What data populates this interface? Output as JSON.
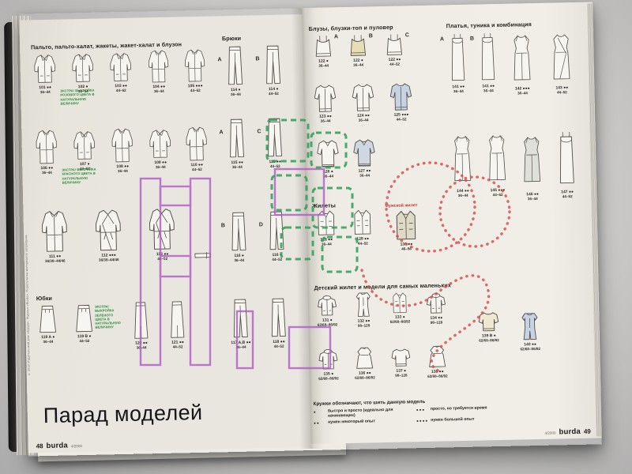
{
  "colors": {
    "green_note": "#2e8a3c",
    "male_label": "#c63434",
    "watermark_purple": "#b05ac6",
    "watermark_green": "#2f9e57",
    "watermark_red": "#d64949"
  },
  "left_page": {
    "coats": {
      "title": "Пальто, пальто-халат, жакеты, жакет-халат и блузон",
      "items": [
        {
          "label": "101 ●●",
          "size": "36–44"
        },
        {
          "label": "102 ●",
          "size": "36–44"
        },
        {
          "label": "103 ●●",
          "size": "44–52"
        },
        {
          "label": "104 ●●",
          "size": "36–44"
        },
        {
          "label": "105 ●●●",
          "size": "44–52"
        },
        {
          "label": "106 ●●",
          "size": "36–44"
        },
        {
          "label": "107 ●",
          "size": "44–52"
        },
        {
          "label": "108 ●●",
          "size": "36–44"
        },
        {
          "label": "109 ●●",
          "size": "36–44"
        },
        {
          "label": "110 ●●",
          "size": "44–52"
        },
        {
          "label": "111 ●●",
          "size": "36/38–44/46"
        },
        {
          "label": "112 ●●●",
          "size": "36/38–44/46"
        },
        {
          "label": "113 ●●",
          "size": "44–52"
        }
      ]
    },
    "green_notes": [
      "Экстра! Выкройка розового цвета в натуральную величину",
      "Экстра! Выкройка красного цвета в натуральную величину",
      "Экстра! Выкройка зеленого цвета в натуральную величину"
    ],
    "trousers": {
      "title": "Брюки",
      "items": [
        {
          "letter": "A",
          "label": "114 ●",
          "size": "36–44"
        },
        {
          "letter": "B",
          "label": "114 ●",
          "size": "44–52"
        },
        {
          "letter": "A",
          "label": "115 ●●",
          "size": "36–44"
        },
        {
          "letter": "C",
          "label": "115 ●●",
          "size": "44–52"
        },
        {
          "letter": "B",
          "label": "116 ●",
          "size": "36–44"
        },
        {
          "letter": "D",
          "label": "116 ●",
          "size": "44–52"
        },
        {
          "label": "117 A,B ●●",
          "size": "36–44"
        },
        {
          "label": "118 ●●",
          "size": "44–52"
        }
      ]
    },
    "skirts": {
      "title": "Юбки",
      "items": [
        {
          "label": "119 A ●",
          "size": "36–44"
        },
        {
          "label": "119 B ●",
          "size": "44–52"
        },
        {
          "label": "120 ●●",
          "size": "36–44"
        },
        {
          "label": "121 ●●",
          "size": "44–52"
        }
      ]
    },
    "big_title": "Парад моделей",
    "footer": {
      "page": "48",
      "brand": "burda",
      "issue": "4/2000"
    },
    "spine": "© 2000 Издательский дом «Бурда». Журнал «Burda». Перепечатка материалов запрещена."
  },
  "right_page": {
    "blouses": {
      "title": "Блузы, блузки-топ и пуловер",
      "items": [
        {
          "letter": "A",
          "label": "122 ●",
          "size": "36–44"
        },
        {
          "letter": "B",
          "label": "122 ●",
          "size": "36–44"
        },
        {
          "letter": "C",
          "label": "122 ●●",
          "size": "44–52"
        },
        {
          "label": "123 ●●",
          "size": "36–44"
        },
        {
          "label": "124 ●●",
          "size": "36–44"
        },
        {
          "label": "125 ●●●",
          "size": "44–52"
        },
        {
          "label": "126 ●",
          "size": "36–44"
        },
        {
          "label": "127 ●●",
          "size": "36–44"
        }
      ]
    },
    "vests": {
      "title": "Жилеты",
      "male_label": "Мужской жилет",
      "items": [
        {
          "label": "128 ●●",
          "size": "36–44"
        },
        {
          "label": "129 ●●",
          "size": "44–52"
        },
        {
          "label": "130 ●●",
          "size": "46–56"
        }
      ]
    },
    "kids": {
      "title": "Детский жилет и модели для самых маленьких",
      "items": [
        {
          "label": "131 ●",
          "size": "62/68–86/92"
        },
        {
          "label": "132 ●●",
          "size": "98–128"
        },
        {
          "label": "133 ●",
          "size": "62/68–86/92"
        },
        {
          "label": "134 ●●",
          "size": "98–128"
        },
        {
          "label": "135 ●",
          "size": "62/68–86/92"
        },
        {
          "label": "136 ●●",
          "size": "62/68–86/92"
        },
        {
          "label": "137 ●",
          "size": "98–128"
        },
        {
          "label": "138 ●●",
          "size": "62/68–86/92"
        },
        {
          "label": "139 B ●",
          "size": "62/68–86/92"
        },
        {
          "label": "140 ●●",
          "size": "62/68–86/92"
        }
      ]
    },
    "dresses": {
      "title": "Платья, туника и комбинация",
      "items": [
        {
          "letter": "A",
          "label": "141 ●●",
          "size": "36–44"
        },
        {
          "letter": "B",
          "label": "141 ●●",
          "size": "36–44"
        },
        {
          "label": "142 ●●●",
          "size": "36–44"
        },
        {
          "label": "143 ●●",
          "size": "44–52"
        },
        {
          "label": "144 ●●",
          "size": "36–44"
        },
        {
          "label": "145 ●●●",
          "size": "44–52"
        },
        {
          "label": "146 ●●",
          "size": "36–44"
        },
        {
          "label": "147 ●●",
          "size": "44–52"
        }
      ]
    },
    "legend": {
      "title": "Кружки обозначают, что шить данную модель",
      "entries": [
        {
          "dots": "●",
          "text": "быстро и просто (идеально для начинающих)"
        },
        {
          "dots": "●●",
          "text": "нужен некоторый опыт"
        },
        {
          "dots": "●●●",
          "text": "просто, но требуется время"
        },
        {
          "dots": "●●●●",
          "text": "нужен большой опыт"
        }
      ]
    },
    "footer": {
      "issue": "4/2000",
      "brand": "burda",
      "page": "49"
    }
  }
}
